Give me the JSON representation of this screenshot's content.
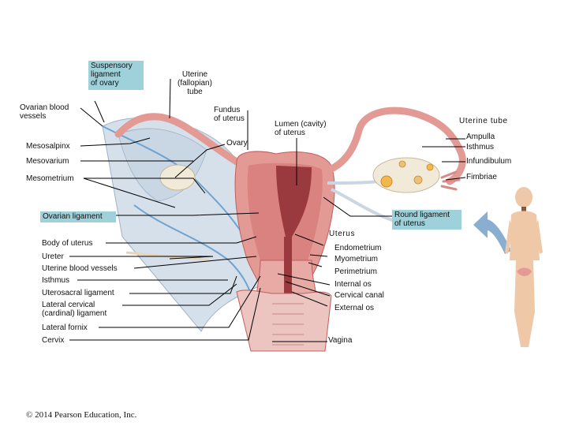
{
  "colors": {
    "label_box": "#9fd1da",
    "tissue_light": "#ecc5c1",
    "tissue_mid": "#e39a95",
    "tissue_dark": "#c05e5c",
    "cavity": "#9a3a3e",
    "ligament": "#c9d6e3",
    "vessel": "#6fa3d0",
    "ovary": "#f2ead8",
    "leader": "#000000",
    "arrow": "#8aaed0"
  },
  "labels": {
    "suspensory": "Suspensory\nligament\nof ovary",
    "uterine_fallopian": "Uterine\n(fallopian)\ntube",
    "ovarian_vessels": "Ovarian blood\nvessels",
    "fundus": "Fundus\nof uterus",
    "lumen": "Lumen (cavity)\nof uterus",
    "uterine_tube": "Uterine tube",
    "ovary": "Ovary",
    "ampulla": "Ampulla",
    "isthmus_right": "Isthmus",
    "mesosalpinx": "Mesosalpinx",
    "mesovarium": "Mesovarium",
    "infundibulum": "Infundibulum",
    "fimbriae": "Fimbriae",
    "mesometrium": "Mesometrium",
    "round_ligament": "Round ligament\nof uterus",
    "ovarian_ligament": "Ovarian ligament",
    "uterus": "Uterus",
    "body_of_uterus": "Body of uterus",
    "endometrium": "Endometrium",
    "ureter": "Ureter",
    "myometrium": "Myometrium",
    "uterine_blood_vessels": "Uterine blood vessels",
    "perimetrium": "Perimetrium",
    "isthmus_left": "Isthmus",
    "internal_os": "Internal os",
    "uterosacral": "Uterosacral ligament",
    "cervical_canal": "Cervical canal",
    "lateral_cervical": "Lateral cervical\n(cardinal) ligament",
    "external_os": "External os",
    "lateral_fornix": "Lateral fornix",
    "cervix": "Cervix",
    "vagina": "Vagina"
  },
  "copyright": "© 2014 Pearson Education, Inc."
}
